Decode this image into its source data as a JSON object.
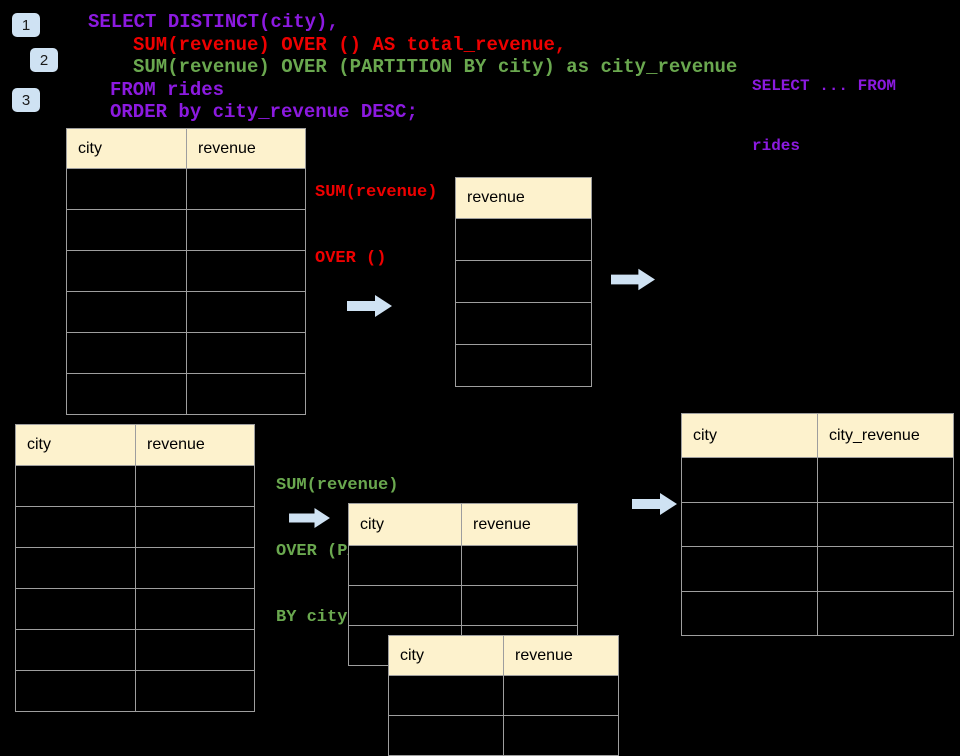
{
  "badges": {
    "step1": "1",
    "step2": "2",
    "step3": "3"
  },
  "sql": {
    "line1": "SELECT DISTINCT(city),",
    "line2": "SUM(revenue) OVER () AS total_revenue,",
    "line3": "SUM(revenue) OVER (PARTITION BY city) as city_revenue",
    "line4": "FROM rides",
    "line5": "ORDER by city_revenue DESC;"
  },
  "from_note": {
    "line1": "SELECT ... FROM",
    "line2": "rides"
  },
  "annotation_total": {
    "line1": "SUM(revenue)",
    "line2": "OVER ()"
  },
  "annotation_partition": {
    "line1": "SUM(revenue)",
    "line2": "OVER (PARTITION",
    "line3": "BY city)"
  },
  "tables": {
    "source_top": {
      "headers": [
        "city",
        "revenue"
      ],
      "empty_rows": 6
    },
    "total_revenue": {
      "headers": [
        "revenue"
      ],
      "empty_rows": 4
    },
    "source_bottom": {
      "headers": [
        "city",
        "revenue"
      ],
      "empty_rows": 6
    },
    "partition_a": {
      "headers": [
        "city",
        "revenue"
      ],
      "empty_rows": 3
    },
    "partition_b": {
      "headers": [
        "city",
        "revenue"
      ],
      "empty_rows": 2
    },
    "result": {
      "headers": [
        "city",
        "city_revenue"
      ],
      "empty_rows": 4
    }
  },
  "colors": {
    "purple": "#8c1ae0",
    "red": "#ee0000",
    "green": "#6aa84f",
    "header_fill": "#fdf2cd",
    "grid_line": "#9e9e9e",
    "arrow_fill": "#cfe2f3",
    "badge_fill": "#cfe2f3"
  }
}
